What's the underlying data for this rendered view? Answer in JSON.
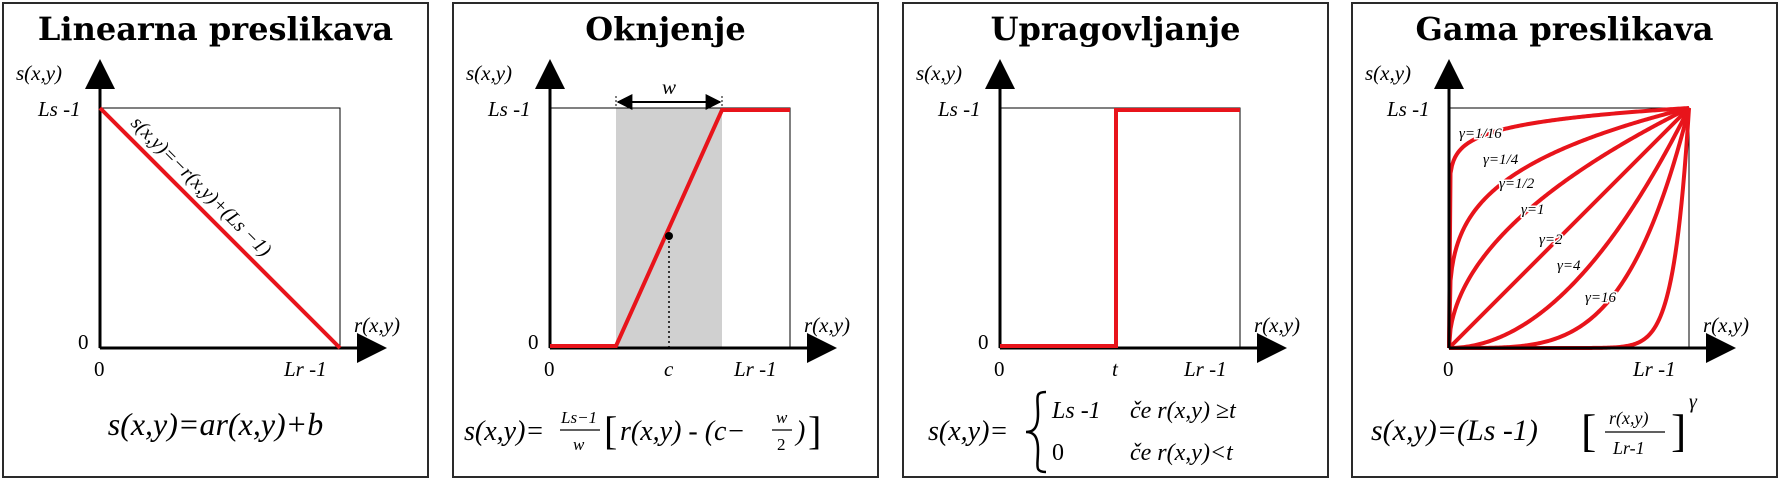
{
  "panels": [
    {
      "title": "Linearna preslikava",
      "y_axis_label": "s(x,y)",
      "x_axis_label": "r(x,y)",
      "y_tick_top": "Ls -1",
      "y_tick_zero": "0",
      "x_tick_zero": "0",
      "x_tick_max": "Lr -1",
      "line_annotation": "s(x,y)=−r(x,y)+(Ls −1)",
      "formula": "s(x,y)=ar(x,y)+b"
    },
    {
      "title": "Oknjenje",
      "y_axis_label": "s(x,y)",
      "x_axis_label": "r(x,y)",
      "y_tick_top": "Ls -1",
      "y_tick_zero": "0",
      "x_tick_zero": "0",
      "x_tick_c": "c",
      "x_tick_max": "Lr -1",
      "width_label": "w",
      "formula": "s(x,y)=(Ls−1)/w [ r(x,y) - (c− w/2) ]"
    },
    {
      "title": "Upragovljanje",
      "y_axis_label": "s(x,y)",
      "x_axis_label": "r(x,y)",
      "y_tick_top": "Ls -1",
      "y_tick_zero": "0",
      "x_tick_zero": "0",
      "x_tick_t": "t",
      "x_tick_max": "Lr -1",
      "formula_lhs": "s(x,y)=",
      "case1_value": "Ls -1",
      "case1_cond": "če r(x,y) ≥t",
      "case2_value": "0",
      "case2_cond": "če r(x,y)<t"
    },
    {
      "title": "Gama preslikava",
      "y_axis_label": "s(x,y)",
      "x_axis_label": "r(x,y)",
      "y_tick_top": "Ls -1",
      "x_tick_zero": "0",
      "x_tick_max": "Lr -1",
      "gamma_labels": [
        "γ=1/16",
        "γ=1/4",
        "γ=1/2",
        "γ=1",
        "γ=2",
        "γ=4",
        "γ=16"
      ],
      "formula": "s(x,y)=(Ls -1) [ r(x,y) / (Lr-1) ]^γ"
    }
  ],
  "colors": {
    "curve": "#e8141b",
    "window": "#d0d0d0",
    "axis": "#000000"
  },
  "chart_data": {
    "type": "line",
    "title": "Gama preslikava",
    "xlabel": "r(x,y)",
    "ylabel": "s(x,y)",
    "xlim": [
      0,
      1
    ],
    "ylim": [
      0,
      1
    ],
    "gammas": [
      0.0625,
      0.25,
      0.5,
      1,
      2,
      4,
      16
    ],
    "series": [
      {
        "name": "γ=1/16",
        "gamma": 0.0625
      },
      {
        "name": "γ=1/4",
        "gamma": 0.25
      },
      {
        "name": "γ=1/2",
        "gamma": 0.5
      },
      {
        "name": "γ=1",
        "gamma": 1
      },
      {
        "name": "γ=2",
        "gamma": 2
      },
      {
        "name": "γ=4",
        "gamma": 4
      },
      {
        "name": "γ=16",
        "gamma": 16
      }
    ]
  }
}
